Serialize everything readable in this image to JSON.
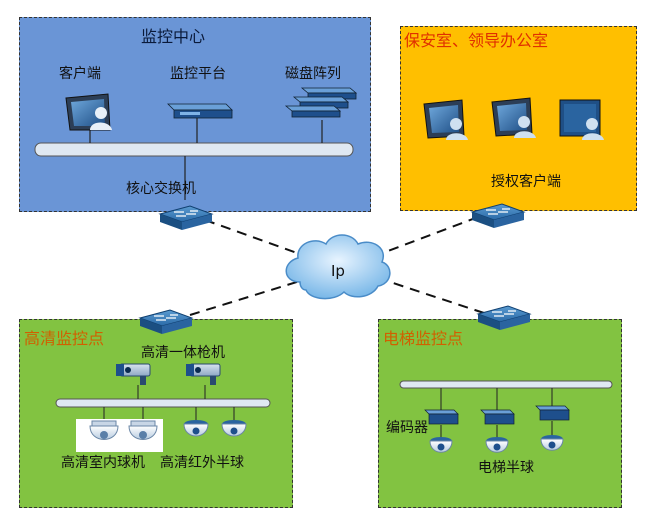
{
  "zones": {
    "center": {
      "title": "监控中心",
      "bg": "#6a95d6"
    },
    "office": {
      "title": "保安室、领导办公室",
      "bg": "#ffbf00",
      "title_color": "#e03000"
    },
    "hd": {
      "title": "高清监控点",
      "bg": "#82c341",
      "title_color": "#d06000"
    },
    "elevator": {
      "title": "电梯监控点",
      "bg": "#82c341",
      "title_color": "#d06000"
    }
  },
  "labels": {
    "client": "客户端",
    "platform": "监控平台",
    "disk": "磁盘阵列",
    "core_switch": "核心交换机",
    "auth_client": "授权客户端",
    "cloud": "Ip",
    "gun_camera": "高清一体枪机",
    "indoor_dome": "高清室内球机",
    "ir_dome": "高清红外半球",
    "encoder": "编码器",
    "elevator_dome": "电梯半球"
  }
}
